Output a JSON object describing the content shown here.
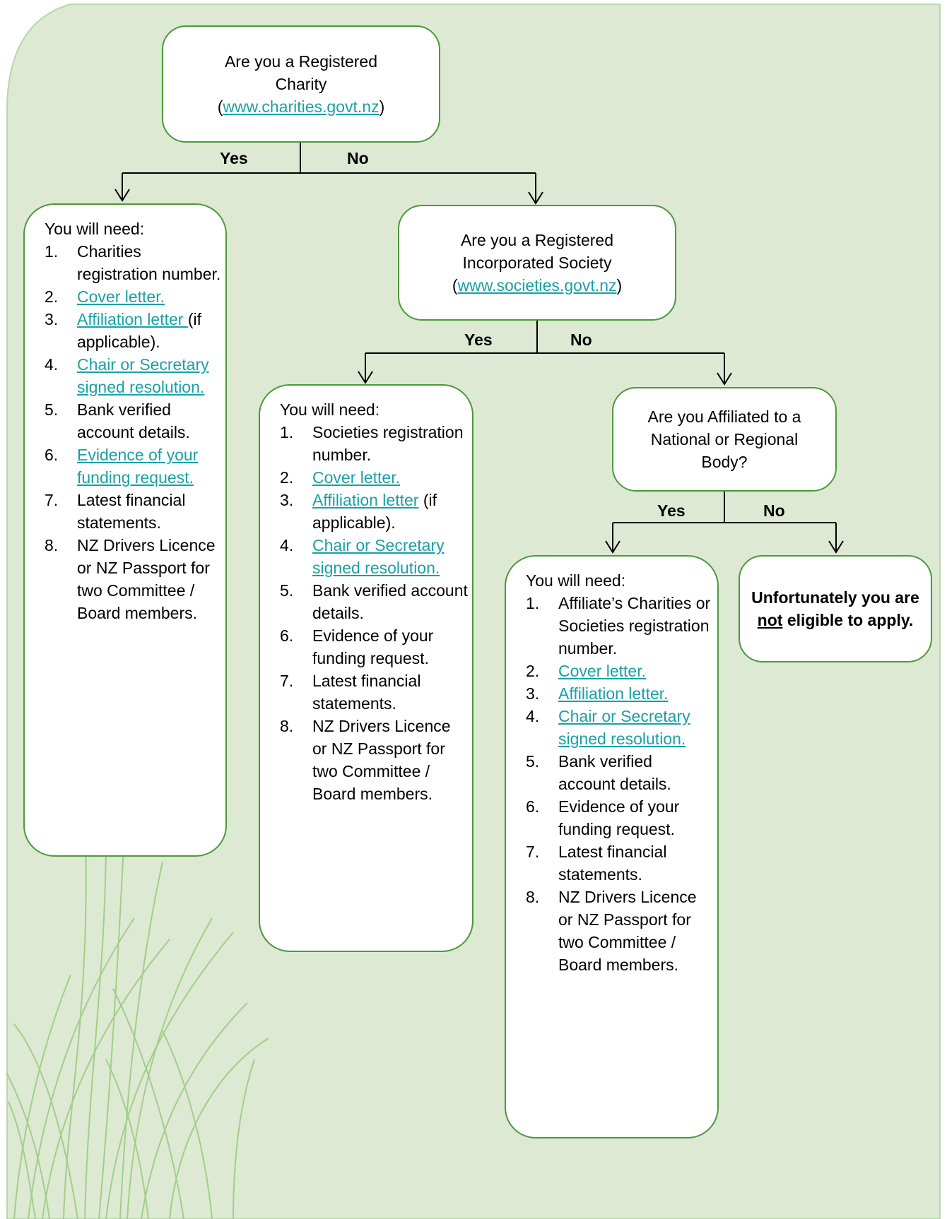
{
  "theme": {
    "panel_fill": "#dde9d3",
    "border": "#4a9a38",
    "link": "#1aa0a6",
    "grass": "#9ccc82"
  },
  "q1": {
    "line1": "Are you a Registered",
    "line2": "Charity",
    "open": "(",
    "link": "www.charities.govt.nz",
    "close": ")"
  },
  "q2": {
    "line1": "Are you a Registered",
    "line2": "Incorporated Society",
    "open": "(",
    "link": "www.societies.govt.nz",
    "close": ")"
  },
  "q3": {
    "line1": "Are you Affiliated to a",
    "line2": "National or Regional",
    "line3": "Body?"
  },
  "branch": {
    "yes": "Yes",
    "no": "No"
  },
  "need_heading": "You will need:",
  "charity": {
    "i1": "Charities registration number.",
    "i2": "Cover letter.",
    "i3_link": "Affiliation letter ",
    "i3_rest": "(if applicable).",
    "i4": "Chair or Secretary signed resolution.",
    "i5": "Bank verified account details.",
    "i6": "Evidence of your funding request.",
    "i7": "Latest financial statements.",
    "i8": "NZ Drivers Licence or NZ Passport for two Committee / Board members."
  },
  "society": {
    "i1": "Societies registration number.",
    "i2": "Cover letter.",
    "i3_link": "Affiliation letter",
    "i3_rest": " (if applicable).",
    "i4": "Chair or Secretary signed resolution.",
    "i5": "Bank verified account details.",
    "i6": "Evidence of your funding request.",
    "i7": "Latest financial statements.",
    "i8": "NZ Drivers Licence or NZ Passport for two Committee / Board members."
  },
  "affiliate": {
    "i1": "Affiliate’s Charities or Societies registration number.",
    "i2": "Cover letter.",
    "i3": "Affiliation letter.",
    "i4": "Chair or Secretary signed resolution.",
    "i5": "Bank verified account details.",
    "i6": "Evidence of your funding request.",
    "i7": "Latest financial statements.",
    "i8": "NZ Drivers Licence or NZ Passport for two Committee / Board members."
  },
  "ineligible": {
    "pre": "Unfortunately you are ",
    "emph": "not",
    "post": " eligible to apply."
  },
  "numbers": [
    "1.",
    "2.",
    "3.",
    "4.",
    "5.",
    "6.",
    "7.",
    "8."
  ]
}
